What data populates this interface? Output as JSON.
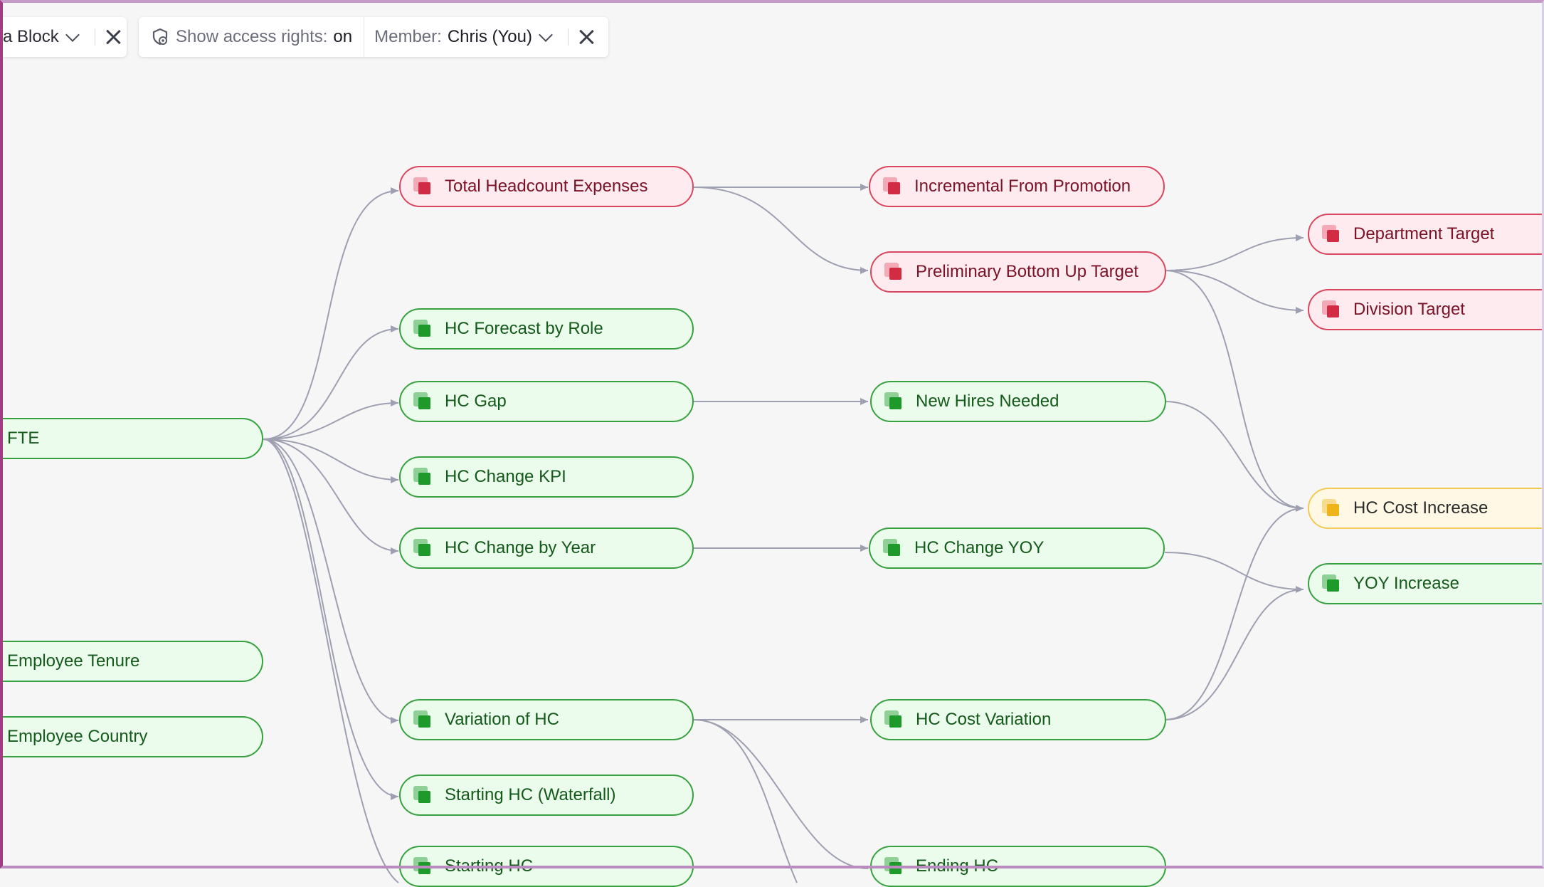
{
  "filters": {
    "block_filter": {
      "label": "a Block"
    },
    "access": {
      "label": "Show access rights:",
      "value": "on"
    },
    "member": {
      "label": "Member:",
      "value": "Chris (You)"
    }
  },
  "colors": {
    "green": "#37a13f",
    "red": "#d8475f",
    "yellow": "#f2ca53",
    "edge": "#9ea0b2"
  },
  "nodes": {
    "fte": "FTE",
    "employee_tenure": "Employee Tenure",
    "employee_country": "Employee Country",
    "total_headcount_expenses": "Total Headcount Expenses",
    "hc_forecast_by_role": "HC Forecast by Role",
    "hc_gap": "HC Gap",
    "hc_change_kpi": "HC Change KPI",
    "hc_change_by_year": "HC Change by Year",
    "variation_of_hc": "Variation of HC",
    "starting_hc_waterfall": "Starting HC (Waterfall)",
    "starting_hc": "Starting HC",
    "incremental_from_promotion": "Incremental From Promotion",
    "preliminary_bottom_up_target": "Preliminary Bottom Up Target",
    "new_hires_needed": "New Hires Needed",
    "hc_change_yoy": "HC Change YOY",
    "hc_cost_variation": "HC Cost Variation",
    "ending_hc": "Ending HC",
    "department_target": "Department Target",
    "division_target": "Division Target",
    "hc_cost_increase": "HC Cost Increase",
    "yoy_increase": "YOY Increase"
  }
}
